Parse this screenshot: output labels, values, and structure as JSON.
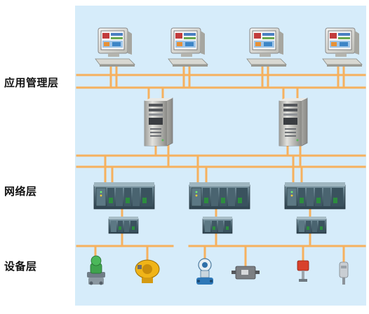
{
  "layers": {
    "application": "应用管理层",
    "network": "网络层",
    "device": "设备层"
  },
  "colors": {
    "panel_background": "#d6ecfa",
    "bus_line": "#f6b15e",
    "drop_line": "#f8c07a",
    "label_text": "#111111"
  },
  "icons": {
    "workstations": [
      "desktop-computer-icon",
      "desktop-computer-icon",
      "desktop-computer-icon",
      "desktop-computer-icon"
    ],
    "servers": [
      "server-tower-icon",
      "server-tower-icon"
    ],
    "controllers": [
      "plc-rack-icon",
      "plc-rack-icon",
      "plc-rack-icon"
    ],
    "io_modules": [
      "remote-io-module-icon",
      "remote-io-module-icon",
      "remote-io-module-icon"
    ],
    "field_devices": [
      "pressure-transmitter-icon",
      "valve-actuator-icon",
      "flow-meter-icon",
      "junction-box-icon",
      "level-probe-icon",
      "temperature-sensor-icon"
    ]
  }
}
